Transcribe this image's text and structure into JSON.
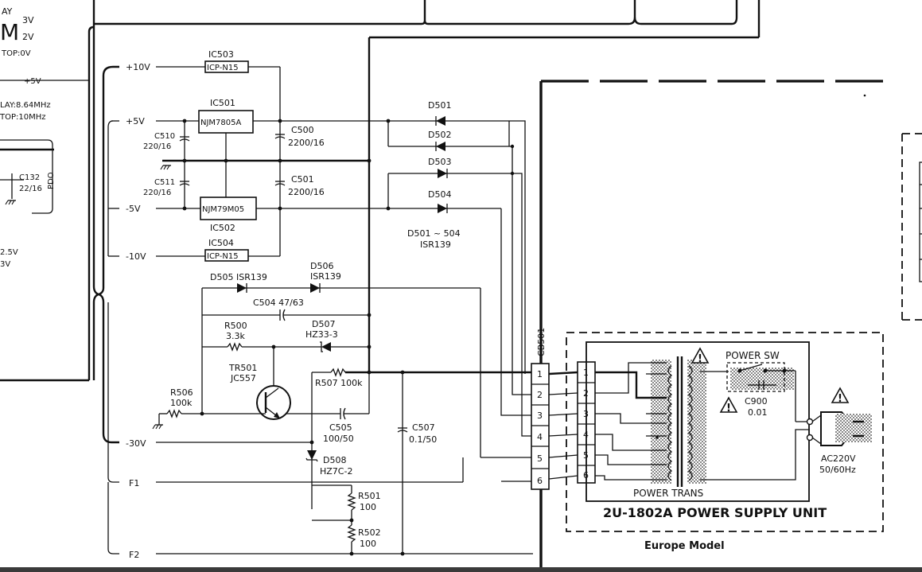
{
  "left_panel": {
    "t1": "AY",
    "t2": "3V",
    "t3": "M",
    "t4": "2V",
    "t5": "TOP:0V",
    "t6": "+5V",
    "t7": "LAY:8.64MHz",
    "t8": "TOP:10MHz",
    "c132": "C132",
    "c132v": "22/16",
    "pdo": "PDO",
    "t9": "2.5V",
    "t10": "3V"
  },
  "rails": {
    "p10": "+10V",
    "p5": "+5V",
    "m5": "-5V",
    "m10": "-10V",
    "m30": "-30V",
    "f1": "F1",
    "f2": "F2"
  },
  "ics": {
    "ic503": "IC503",
    "ic503p": "ICP-N15",
    "ic501": "IC501",
    "ic501p": "NJM7805A",
    "ic502": "IC502",
    "ic502p": "NJM79M05",
    "ic504": "IC504",
    "ic504p": "ICP-N15"
  },
  "caps": {
    "c510": "C510",
    "c510v": "220/16",
    "c511": "C511",
    "c511v": "220/16",
    "c500": "C500",
    "c500v": "2200/16",
    "c501": "C501",
    "c501v": "2200/16",
    "c504": "C504  47/63",
    "c505": "C505",
    "c505v": "100/50",
    "c507": "C507",
    "c507v": "0.1/50",
    "c900": "C900",
    "c900v": "0.01"
  },
  "diodes": {
    "d501": "D501",
    "d502": "D502",
    "d503": "D503",
    "d504": "D504",
    "d501_504": "D501 ~ 504",
    "d501_504p": "ISR139",
    "d505": "D505  ISR139",
    "d506": "D506",
    "d506p": "ISR139",
    "d507": "D507",
    "d507p": "HZ33-3",
    "d508": "D508",
    "d508p": "HZ7C-2"
  },
  "resistors": {
    "r500": "R500",
    "r500v": "3.3k",
    "r506": "R506",
    "r506v": "100k",
    "r507": "R507 100k",
    "r501": "R501",
    "r501v": "100",
    "r502": "R502",
    "r502v": "100"
  },
  "transistor": {
    "name": "TR501",
    "part": "JC557"
  },
  "connector": {
    "name": "CB501",
    "pins": [
      "1",
      "2",
      "3",
      "4",
      "5",
      "6"
    ]
  },
  "psu": {
    "power_sw": "POWER SW",
    "power_trans": "POWER TRANS",
    "ac": "AC220V",
    "hz": "50/60Hz",
    "unit": "2U-1802A   POWER SUPPLY UNIT",
    "model": "Europe Model",
    "warn": "!"
  }
}
